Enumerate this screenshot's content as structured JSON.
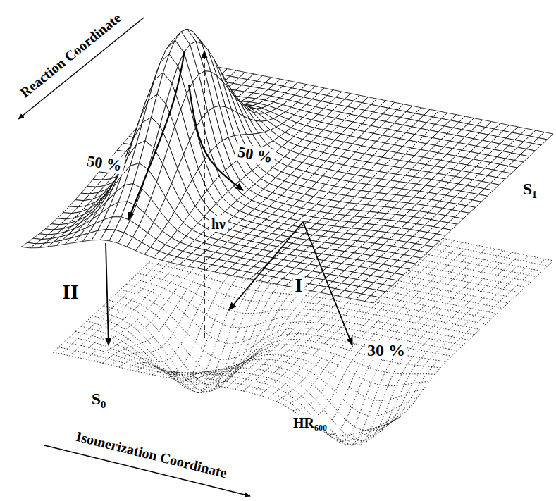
{
  "diagram": {
    "labels": [
      "Reaction Coordinate",
      "50 %",
      "50 %",
      "hν",
      "S₁",
      "II",
      "I",
      "30 %",
      "S₀",
      "Isomerization Coordinate",
      "HR₆₀₀"
    ]
  }
}
